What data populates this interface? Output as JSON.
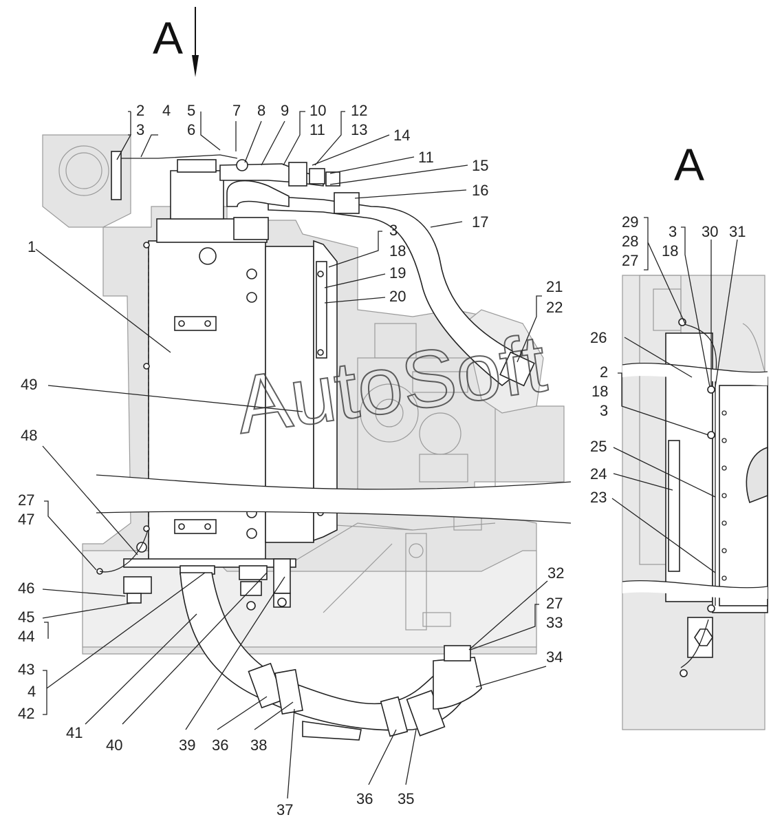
{
  "view_markers": {
    "main_view": "A",
    "side_view": "A"
  },
  "watermark": "AutoSoft",
  "colors": {
    "line": "#222222",
    "background_parts": "#e4e4e4",
    "paper": "#ffffff"
  },
  "callouts": {
    "c_2_3": [
      "2",
      "3"
    ],
    "c_4a": "4",
    "c_5_6": [
      "5",
      "6"
    ],
    "c_7": "7",
    "c_8": "8",
    "c_9": "9",
    "c_10_11": [
      "10",
      "11"
    ],
    "c_12_13": [
      "12",
      "13"
    ],
    "c_14": "14",
    "c_11b": "11",
    "c_15": "15",
    "c_16": "16",
    "c_17": "17",
    "c_3_18": [
      "3",
      "18"
    ],
    "c_19": "19",
    "c_20": "20",
    "c_21_22": [
      "21",
      "22"
    ],
    "c_1": "1",
    "c_49": "49",
    "c_48": "48",
    "c_27_47": [
      "27",
      "47"
    ],
    "c_46": "46",
    "c_45_44": [
      "45",
      "44"
    ],
    "c_43_4_42": [
      "43",
      "4",
      "42"
    ],
    "c_41": "41",
    "c_40": "40",
    "c_39": "39",
    "c_36a": "36",
    "c_38": "38",
    "c_37": "37",
    "c_36b": "36",
    "c_35": "35",
    "c_32": "32",
    "c_27_33": [
      "27",
      "33"
    ],
    "c_34": "34",
    "r_29_28_27": [
      "29",
      "28",
      "27"
    ],
    "r_3_18": [
      "3",
      "18"
    ],
    "r_30": "30",
    "r_31": "31",
    "r_26": "26",
    "r_2_18_3": [
      "2",
      "18",
      "3"
    ],
    "r_25": "25",
    "r_24": "24",
    "r_23": "23"
  }
}
